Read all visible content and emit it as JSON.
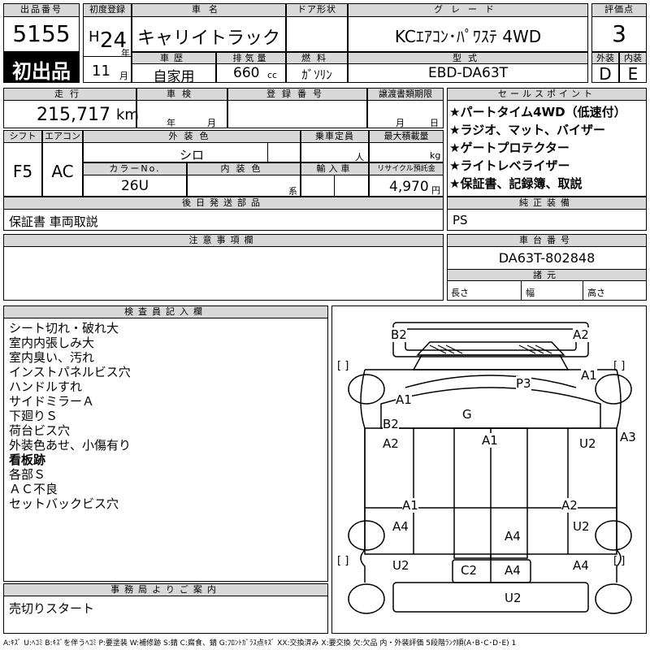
{
  "header": {
    "lot_label": "出品番号",
    "lot_no": "5155",
    "first_listing": "初出品",
    "reg_label": "初度登録",
    "reg_era": "H",
    "reg_year": "24",
    "year_unit": "年",
    "reg_month": "11",
    "month_unit": "月",
    "name_label": "車名",
    "name": "キャリイトラック",
    "door_label": "ドア形状",
    "door": "",
    "grade_label": "グレード",
    "grade": "KCｴｱｺﾝ･ﾊﾟﾜｽﾃ 4WD",
    "score_label": "評価点",
    "score": "3",
    "history_label": "車歴",
    "history": "自家用",
    "disp_label": "排気量",
    "disp": "660",
    "disp_unit": "cc",
    "fuel_label": "燃料",
    "fuel": "ｶﾞｿﾘﾝ",
    "model_label": "型式",
    "model": "EBD-DA63T",
    "ext_label": "外装",
    "ext": "D",
    "int_label": "内装",
    "int": "E"
  },
  "row2": {
    "mileage_label": "走行",
    "mileage": "215,717",
    "mileage_unit": "km",
    "inspect_label": "車検",
    "inspect_year": "年",
    "inspect_month": "月",
    "plate_label": "登録番号",
    "plate": "",
    "transfer_label": "譲渡書類期限",
    "transfer_month": "月",
    "transfer_day": "日"
  },
  "sales": {
    "label": "セールスポイント",
    "items": [
      "★パートタイム4WD（低速付）",
      "★ラジオ、マット、バイザー",
      "★ゲートプロテクター",
      "★ライトレベライザー",
      "★保証書、記録簿、取説"
    ]
  },
  "specs": {
    "shift_label": "シフト",
    "shift": "F5",
    "ac_label": "エアコン",
    "ac": "AC",
    "color_label": "外装色",
    "color": "シロ",
    "riders_label": "乗車定員",
    "riders_unit": "人",
    "load_label": "最大積載量",
    "load_unit": "kg",
    "colorno_label": "カラーNo.",
    "colorno": "26U",
    "intcolor_label": "内装色",
    "intcolor_unit": "系",
    "import_label": "輸入車",
    "recycle_label": "リサイクル預託金",
    "recycle": "4,970",
    "recycle_unit": "円"
  },
  "later": {
    "label": "後日発送部品",
    "value": "保証書 車両取説"
  },
  "equip": {
    "label": "純正装備",
    "value": "PS"
  },
  "notes": {
    "label": "注意事項欄",
    "value": ""
  },
  "chassis": {
    "label": "車台番号",
    "value": "DA63T-802848",
    "dims_label": "諸元",
    "length_label": "長さ",
    "width_label": "幅",
    "height_label": "高さ"
  },
  "inspector": {
    "label": "検査員記入欄",
    "items": [
      "シート切れ・破れ大",
      "室内内張しみ大",
      "室内臭い、汚れ",
      "インストパネルビス穴",
      "ハンドルすれ",
      "サイドミラーＡ",
      "下廻りＳ",
      "荷台ビス穴",
      "外装色あせ、小傷有り",
      "看板跡",
      "各部Ｓ",
      "ＡＣ不良",
      "セットバックビス穴"
    ]
  },
  "office": {
    "label": "事務局よりご案内",
    "value": "売切りスタート"
  },
  "diagram": {
    "marks": {
      "b2_tl": "B2",
      "a2_tr": "A2",
      "a1_rf": "A1",
      "p3": "P3",
      "a1_lf": "A1",
      "g": "G",
      "b2_l": "B2",
      "a2_l": "A2",
      "a1_c": "A1",
      "u2_r": "U2",
      "a3": "A3",
      "a1_lb": "A1",
      "a2_rb": "A2",
      "a4_l": "A4",
      "a4_c": "A4",
      "u2_rr": "U2",
      "u2_ll": "U2",
      "c2": "C2",
      "a4_c2": "A4",
      "a4_r": "A4",
      "u2_b": "U2"
    },
    "bracket": "[    ]"
  },
  "legend": "A:ｷｽﾞ U:ﾍｺﾐ B:ｷｽﾞを伴うﾍｺﾐ P:要塗装 W:補修跡 S:錆 C:腐食、錆 G:ﾌﾛﾝﾄｶﾞﾗｽ点ｷｽﾞ XX:交換済み X:要交換 欠:欠品 内・外装評価 5段階ﾗﾝｸ順(A･B･C･D･E) 1"
}
